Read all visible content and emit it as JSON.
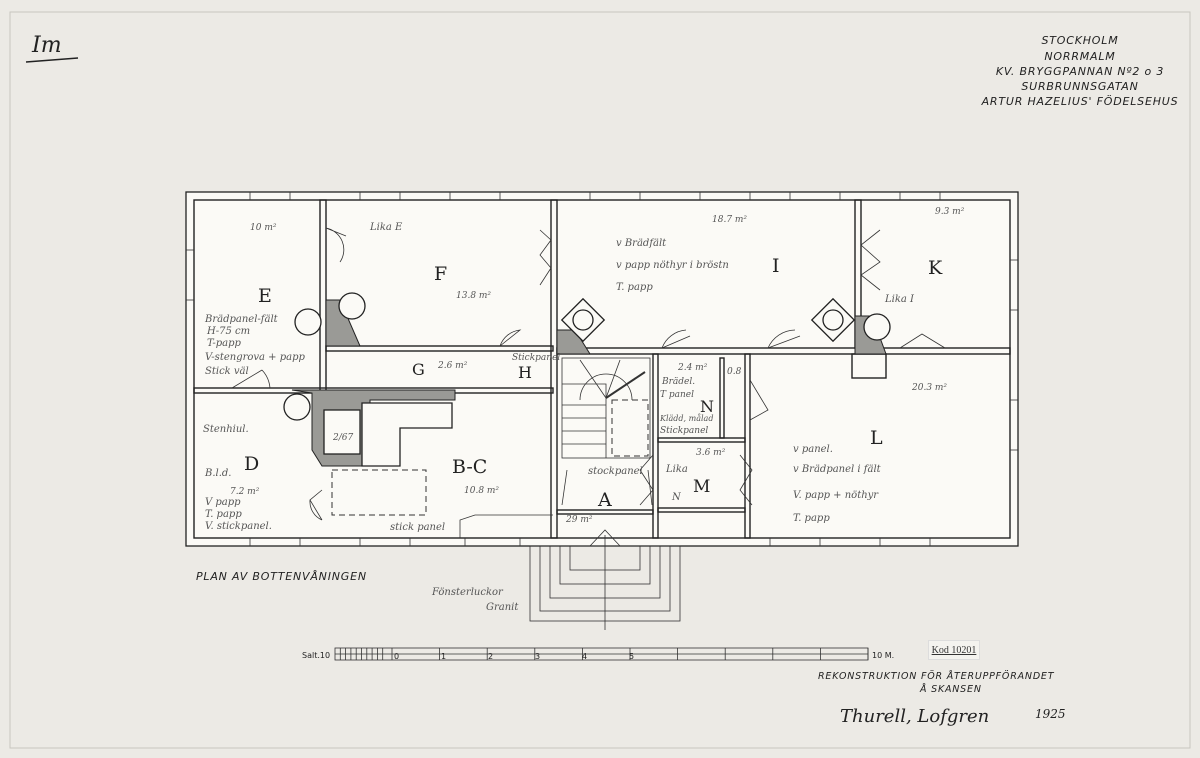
{
  "sheet_mark": "Im",
  "title_block": {
    "lines": [
      "STOCKHOLM",
      "NORRMALM",
      "KV. BRYGGPANNAN Nº2 o 3",
      "SURBRUNNSGATAN",
      "ARTUR HAZELIUS' FÖDELSEHUS"
    ]
  },
  "plan_title": "PLAN AV BOTTENVÅNINGEN",
  "rooms": {
    "E": {
      "label": "E",
      "area": "10 m²",
      "notes": [
        "Brädpanel-fält",
        "H-75 cm",
        "T-papp",
        "V-stengrova + papp",
        "Stick väl"
      ]
    },
    "F": {
      "label": "F",
      "area": "13.8 m²",
      "notes": [
        "Lika E"
      ]
    },
    "G": {
      "label": "G",
      "area": "2.6 m²"
    },
    "H": {
      "label": "H",
      "notes": [
        "Stickpanel"
      ]
    },
    "I": {
      "label": "I",
      "area": "18.7 m²",
      "notes": [
        "v Brädfält",
        "v papp nöthyr i bröstn",
        "T. papp"
      ]
    },
    "K": {
      "label": "K",
      "area": "9.3 m²",
      "notes": [
        "Lika I"
      ]
    },
    "D": {
      "label": "D",
      "area": "7.2 m²",
      "notes": [
        "Stenhiul.",
        "B.l.d.",
        "V papp",
        "T. papp",
        "V. stickpanel."
      ]
    },
    "BC": {
      "label": "B-C",
      "area": "10.8 m²",
      "notes": [
        "2/67",
        "stick panel"
      ]
    },
    "A": {
      "label": "A",
      "area": "29 m²",
      "notes": [
        "stockpanel"
      ]
    },
    "N": {
      "label": "N",
      "area": "2.4 m²",
      "notes": [
        "Brädel.",
        "T panel",
        "Klädd, målad",
        "Stickpanel"
      ],
      "side": "0.8"
    },
    "M": {
      "label": "M",
      "area": "3.6 m²",
      "notes": [
        "Lika",
        "N"
      ]
    },
    "L": {
      "label": "L",
      "area": "20.3 m²",
      "notes": [
        "v panel.",
        "v Brädpanel i fält",
        "V. papp + nöthyr",
        "T. papp"
      ]
    }
  },
  "entrance_note": [
    "Fönsterluckor",
    "Granit"
  ],
  "scale_bar": {
    "left_label": "Salt.10",
    "ticks": [
      "0",
      "1",
      "2",
      "3",
      "4",
      "5"
    ],
    "right_label": "10 M."
  },
  "catalog_code": "Kod 10201",
  "footer": {
    "line1": "REKONSTRUKTION FÖR ÅTERUPPFÖRANDET",
    "line2": "Å SKANSEN",
    "signature": "Thurell, Lofgren",
    "year": "1925"
  }
}
